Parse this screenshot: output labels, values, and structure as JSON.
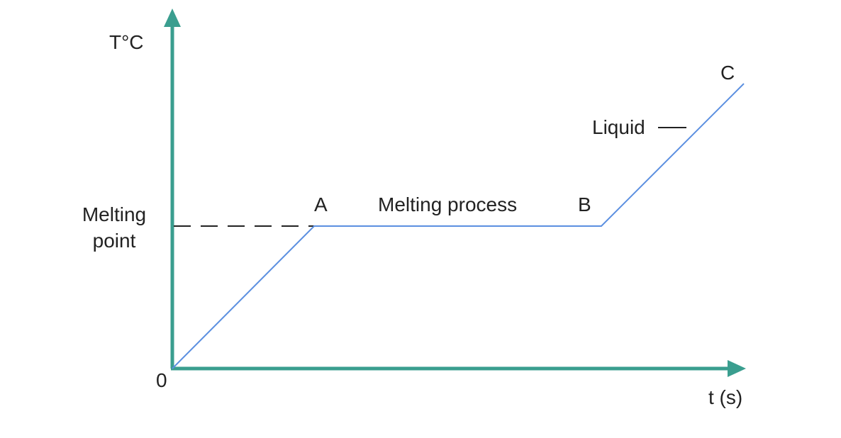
{
  "labels": {
    "y_axis": "T°C",
    "x_axis": "t (s)",
    "origin": "0",
    "melting_point_line1": "Melting",
    "melting_point_line2": "point",
    "point_a": "A",
    "point_b": "B",
    "point_c": "C",
    "melting_process": "Melting process",
    "liquid": "Liquid"
  },
  "colors": {
    "axis": "#3a9e8f",
    "curve": "#5b8fe0",
    "dashed_guide": "#222222",
    "text": "#222222"
  }
}
